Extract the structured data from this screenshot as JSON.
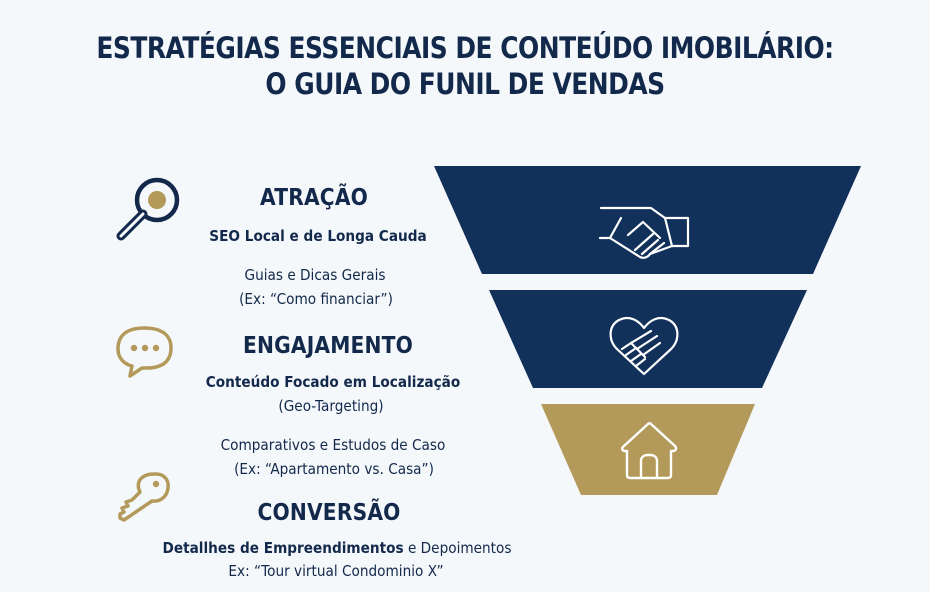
{
  "title": {
    "line1": "ESTRATÉGIAS ESSENCIAIS DE CONTEÚDO IMOBILÁRIO:",
    "line2": "O GUIA DO FUNIL DE VENDAS"
  },
  "colors": {
    "navy": "#11305a",
    "gold": "#b39a5a",
    "text": "#13294b",
    "background": "#f5f8fb"
  },
  "stages": [
    {
      "heading": "ATRAÇÃO",
      "icon": "magnifier-icon",
      "lines": [
        "SEO Local e de Longa Cauda",
        "Guias e Dicas Gerais",
        "(Ex: “Como financiar”)"
      ]
    },
    {
      "heading": "ENGAJAMENTO",
      "icon": "chat-bubble-icon",
      "lines": [
        "Conteúdo Focado em Localização",
        "(Geo-Targeting)",
        "Comparativos e Estudos de Caso",
        "(Ex: “Apartamento vs. Casa”)"
      ]
    },
    {
      "heading": "CONVERSÃO",
      "icon": "key-icon",
      "lines_bold": "Detallhes de Empreendimentos",
      "lines_regular": " e Depoimentos",
      "example": "Ex: “Tour virtual Condominio X”"
    }
  ],
  "funnel": [
    {
      "segment": "top",
      "color": "#11305a",
      "icon": "handshake-icon"
    },
    {
      "segment": "middle",
      "color": "#11305a",
      "icon": "heart-hands-icon"
    },
    {
      "segment": "bottom",
      "color": "#b39a5a",
      "icon": "house-icon"
    }
  ]
}
